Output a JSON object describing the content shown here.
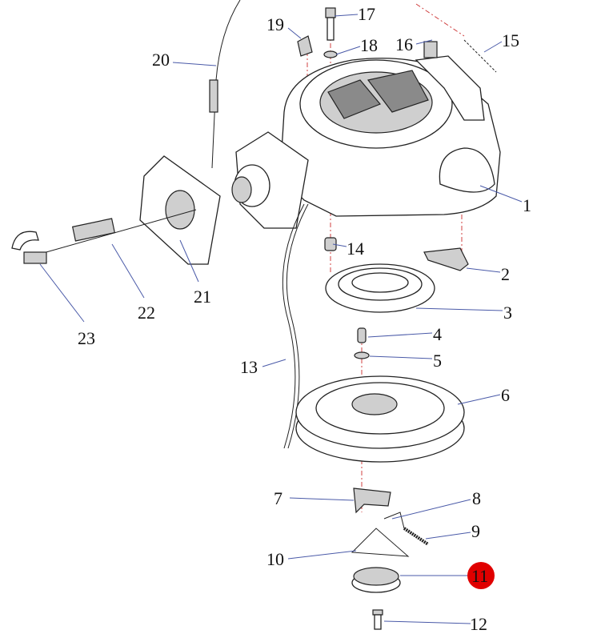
{
  "diagram": {
    "title": "Recoil starter exploded view",
    "highlight_color": "#e00000",
    "highlighted_part": "11",
    "labels": [
      "1",
      "2",
      "3",
      "4",
      "5",
      "6",
      "7",
      "8",
      "9",
      "10",
      "11",
      "12",
      "13",
      "14",
      "15",
      "16",
      "17",
      "18",
      "19",
      "20",
      "21",
      "22",
      "23"
    ]
  }
}
